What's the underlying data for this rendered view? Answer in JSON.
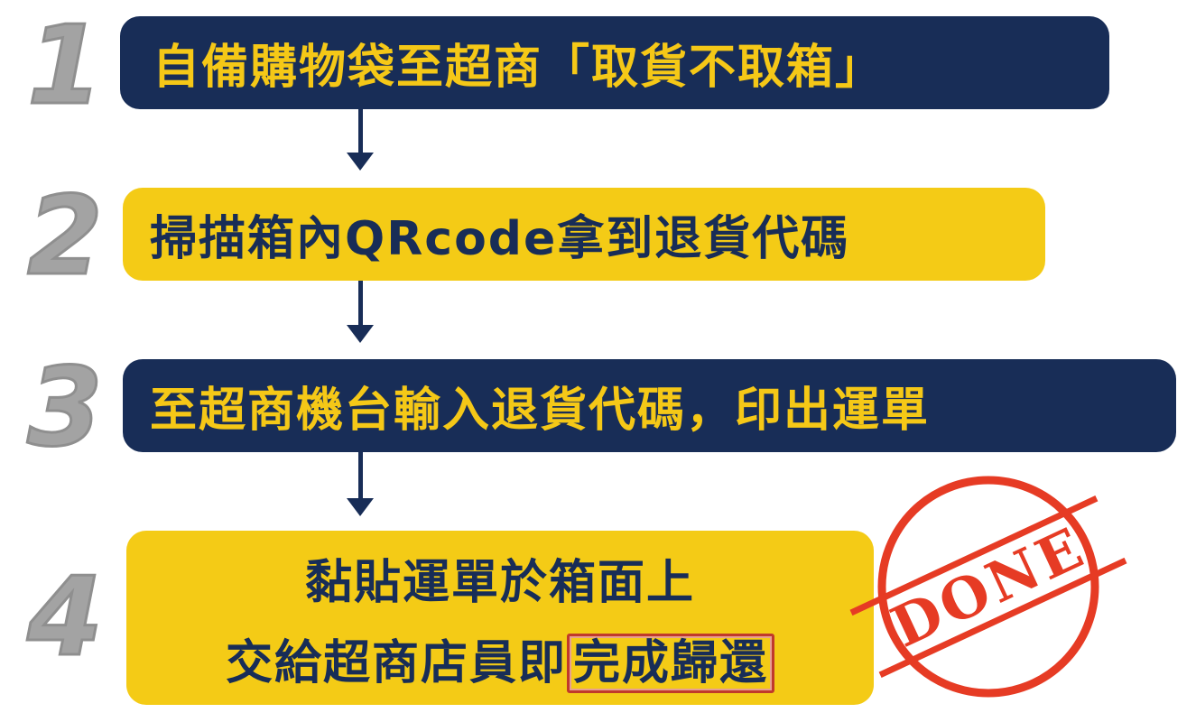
{
  "steps": [
    {
      "number": "1",
      "text": "自備購物袋至超商「取貨不取箱」"
    },
    {
      "number": "2",
      "text": "掃描箱內QRcode拿到退貨代碼"
    },
    {
      "number": "3",
      "text": "至超商機台輸入退貨代碼，印出運單"
    },
    {
      "number": "4",
      "line1": "黏貼運單於箱面上",
      "line2_prefix": "交給超商店員即",
      "line2_highlight": "完成歸還"
    }
  ],
  "stamp": {
    "text": "DONE"
  },
  "colors": {
    "navy": "#182d57",
    "yellow": "#f4cb16",
    "gray": "#a3a3a3",
    "stamp_red": "#e63b24"
  }
}
